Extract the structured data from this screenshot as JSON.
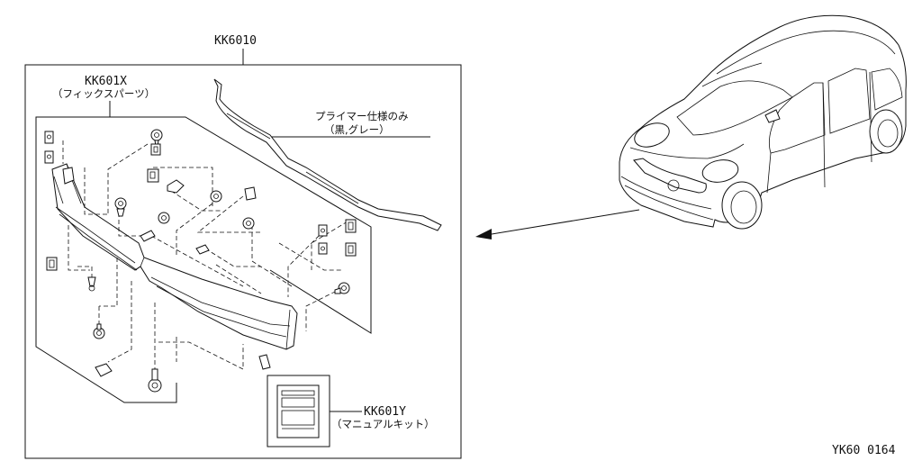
{
  "labels": {
    "assembly_code": "KK6010",
    "fix_parts_code": "KK601X",
    "fix_parts_name": "（フィックスパーツ）",
    "primer_note_line1": "プライマー仕様のみ",
    "primer_note_line2": "（黒,グレー）",
    "manual_kit_code": "KK601Y",
    "manual_kit_name": "（マニュアルキット）",
    "figure_id": "YK60 0164"
  },
  "icons": [
    "grille-assembly",
    "clip-fastener",
    "screw",
    "manual-booklet",
    "car-illustration",
    "direction-arrow"
  ]
}
